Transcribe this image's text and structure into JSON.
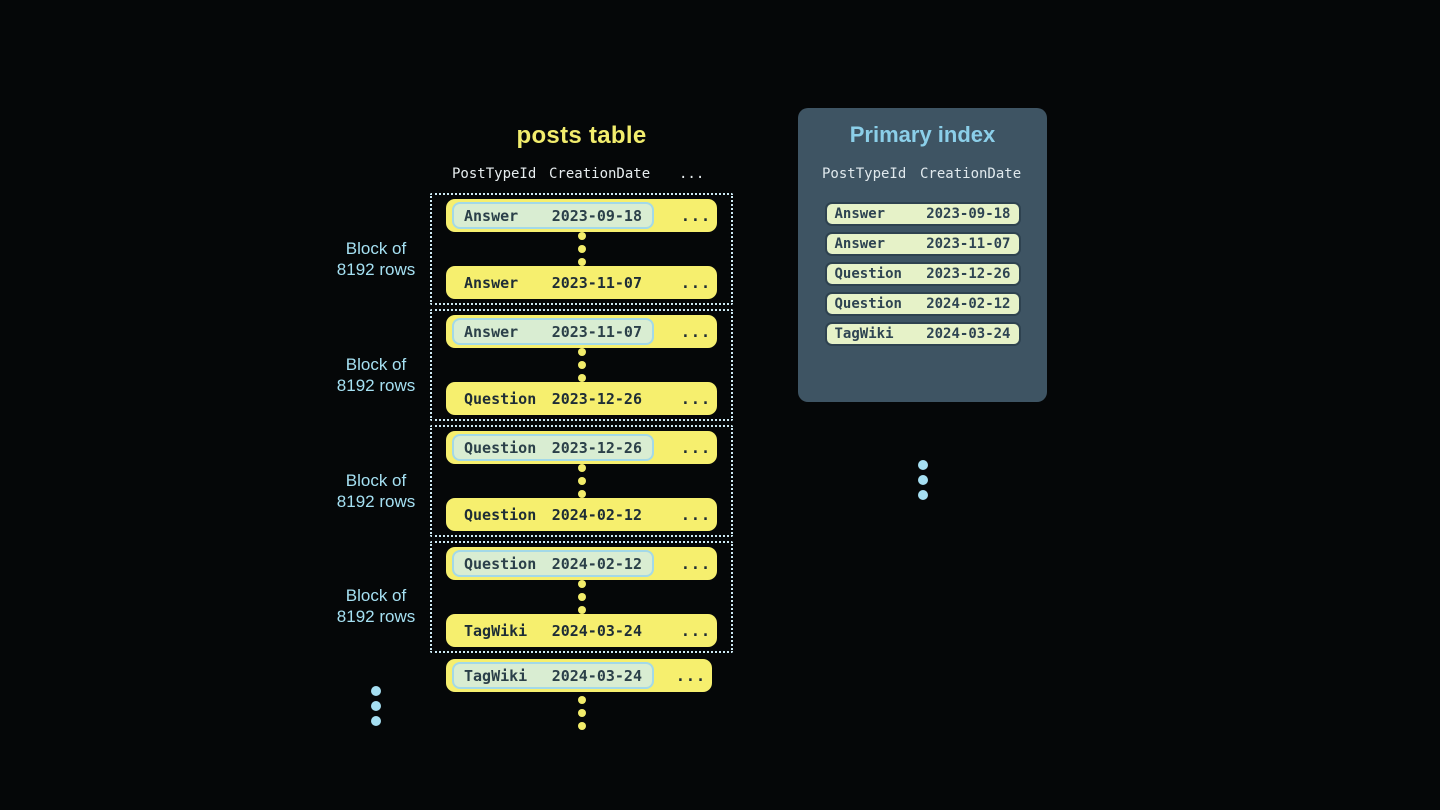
{
  "colors": {
    "background": "#050708",
    "row_yellow": "#f6ef6e",
    "row_text_dark": "#1e2d36",
    "highlight_green": "#d9edd2",
    "highlight_border_blue": "#a3d9e8",
    "block_dotted_border": "#cde9f3",
    "block_label_blue": "#a5e0f2",
    "posts_title_yellow": "#f2ed6d",
    "panel_slate": "#3e5463",
    "panel_title_blue": "#8bcfe9",
    "index_row_green": "#e6f2c8",
    "index_row_border": "#2e4250",
    "header_text": "#e7edef",
    "ellipsis_yellow": "#f2ec6a",
    "ellipsis_blue": "#a6dff2"
  },
  "posts_table": {
    "title": "posts table",
    "columns": [
      "PostTypeId",
      "CreationDate",
      "..."
    ],
    "blocks": [
      {
        "label": {
          "line1": "Block of",
          "line2": "8192 rows"
        },
        "first_row": {
          "post_type": "Answer",
          "creation_date": "2023-09-18",
          "more": "..."
        },
        "last_row": {
          "post_type": "Answer",
          "creation_date": "2023-11-07",
          "more": "..."
        }
      },
      {
        "label": {
          "line1": "Block of",
          "line2": "8192 rows"
        },
        "first_row": {
          "post_type": "Answer",
          "creation_date": "2023-11-07",
          "more": "..."
        },
        "last_row": {
          "post_type": "Question",
          "creation_date": "2023-12-26",
          "more": "..."
        }
      },
      {
        "label": {
          "line1": "Block of",
          "line2": "8192 rows"
        },
        "first_row": {
          "post_type": "Question",
          "creation_date": "2023-12-26",
          "more": "..."
        },
        "last_row": {
          "post_type": "Question",
          "creation_date": "2024-02-12",
          "more": "..."
        }
      },
      {
        "label": {
          "line1": "Block of",
          "line2": "8192 rows"
        },
        "first_row": {
          "post_type": "Question",
          "creation_date": "2024-02-12",
          "more": "..."
        },
        "last_row": {
          "post_type": "TagWiki",
          "creation_date": "2024-03-24",
          "more": "..."
        }
      }
    ],
    "overflow_row": {
      "post_type": "TagWiki",
      "creation_date": "2024-03-24",
      "more": "..."
    }
  },
  "primary_index": {
    "title": "Primary index",
    "columns": [
      "PostTypeId",
      "CreationDate"
    ],
    "rows": [
      {
        "post_type": "Answer",
        "creation_date": "2023-09-18"
      },
      {
        "post_type": "Answer",
        "creation_date": "2023-11-07"
      },
      {
        "post_type": "Question",
        "creation_date": "2023-12-26"
      },
      {
        "post_type": "Question",
        "creation_date": "2024-02-12"
      },
      {
        "post_type": "TagWiki",
        "creation_date": "2024-03-24"
      }
    ]
  },
  "icons": {
    "row_gap_dots": "vertical-ellipsis",
    "more_rows_dots": "vertical-ellipsis",
    "more_blocks_dots": "vertical-ellipsis",
    "more_index_entries_dots": "vertical-ellipsis"
  }
}
